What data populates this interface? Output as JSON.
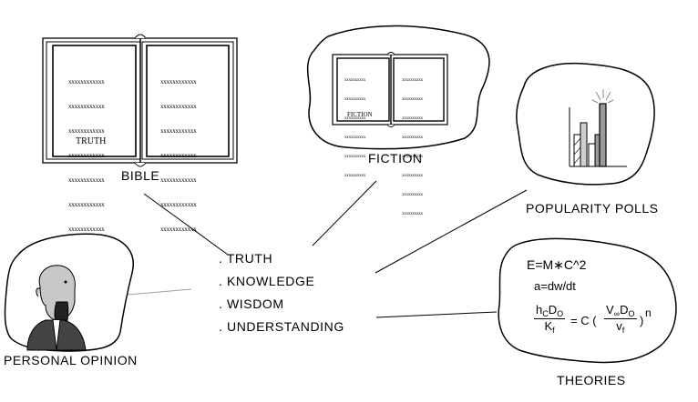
{
  "center": {
    "items": [
      ". TRUTH",
      ". KNOWLEDGE",
      ". WISDOM",
      ". UNDERSTANDING"
    ]
  },
  "sources": {
    "bible": {
      "label": "BIBLE",
      "page_word": "TRUTH",
      "filler": "xxxxxxxxxxxx"
    },
    "fiction": {
      "label": "FICTION",
      "page_word": "FICTION",
      "filler": "xxxxxxxxxx"
    },
    "polls": {
      "label": "POPULARITY POLLS"
    },
    "opinion": {
      "label": "PERSONAL OPINION"
    },
    "theories": {
      "label": "THEORIES",
      "formula1": "E=M∗C^2",
      "formula2": "a=dw/dt",
      "eq_h": "h",
      "eq_hsub": "C",
      "eq_D": "D",
      "eq_Dsub": "O",
      "eq_K": "K",
      "eq_Ksub": "f",
      "eq_equals": "= C (",
      "eq_V": "V",
      "eq_Vsub": "∞",
      "eq_D2": "D",
      "eq_D2sub": "O",
      "eq_v": "v",
      "eq_vsub": "f",
      "eq_close": ")",
      "eq_exp": "n"
    }
  },
  "colors": {
    "ink": "#000000",
    "paper": "#ffffff",
    "bar_mid": "#9a9a9a",
    "bar_light": "#d0d0d0",
    "connector_light": "#a0a0a0"
  }
}
